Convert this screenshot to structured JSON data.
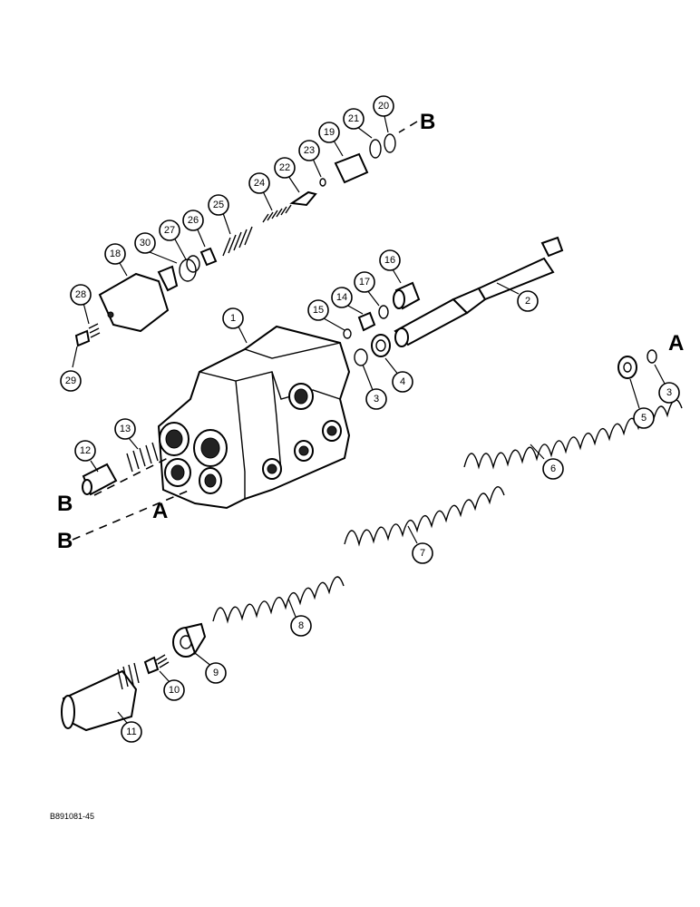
{
  "figure_code": "B891081-45",
  "reference_letters": {
    "a1": "A",
    "a2": "A",
    "b1": "B",
    "b2": "B",
    "b3": "B"
  },
  "callouts": {
    "c1": "1",
    "c2": "2",
    "c3a": "3",
    "c3b": "3",
    "c4": "4",
    "c5": "5",
    "c6": "6",
    "c7": "7",
    "c8": "8",
    "c9": "9",
    "c10": "10",
    "c11": "11",
    "c12": "12",
    "c13": "13",
    "c14": "14",
    "c15": "15",
    "c16": "16",
    "c17": "17",
    "c18": "18",
    "c19": "19",
    "c20": "20",
    "c21": "21",
    "c22": "22",
    "c23": "23",
    "c24": "24",
    "c25": "25",
    "c26": "26",
    "c27": "27",
    "c28": "28",
    "c29": "29",
    "c30": "30"
  }
}
